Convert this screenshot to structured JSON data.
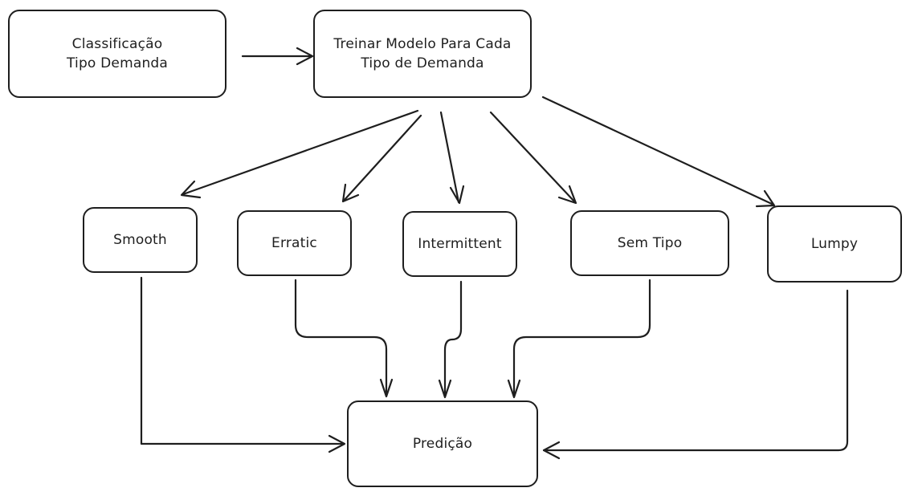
{
  "diagram": {
    "nodes": {
      "classificacao": {
        "label": "Classificação\nTipo Demanda"
      },
      "treinar": {
        "label": "Treinar Modelo Para Cada\nTipo de Demanda"
      },
      "smooth": {
        "label": "Smooth"
      },
      "erratic": {
        "label": "Erratic"
      },
      "intermittent": {
        "label": "Intermittent"
      },
      "sem_tipo": {
        "label": "Sem Tipo"
      },
      "lumpy": {
        "label": "Lumpy"
      },
      "predicao": {
        "label": "Predição"
      }
    },
    "edges": [
      {
        "from": "classificacao",
        "to": "treinar"
      },
      {
        "from": "treinar",
        "to": "smooth"
      },
      {
        "from": "treinar",
        "to": "erratic"
      },
      {
        "from": "treinar",
        "to": "intermittent"
      },
      {
        "from": "treinar",
        "to": "sem_tipo"
      },
      {
        "from": "treinar",
        "to": "lumpy"
      },
      {
        "from": "smooth",
        "to": "predicao"
      },
      {
        "from": "erratic",
        "to": "predicao"
      },
      {
        "from": "intermittent",
        "to": "predicao"
      },
      {
        "from": "sem_tipo",
        "to": "predicao"
      },
      {
        "from": "lumpy",
        "to": "predicao"
      }
    ],
    "colors": {
      "stroke": "#1e1e1e",
      "background": "#ffffff"
    }
  }
}
